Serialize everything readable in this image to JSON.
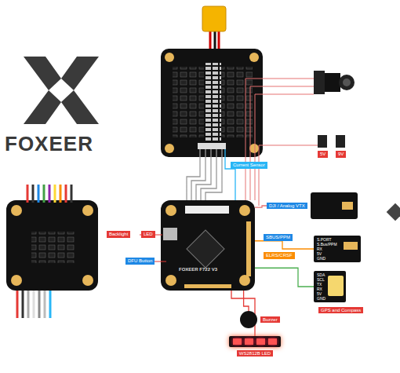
{
  "diagram": {
    "nodes": [
      {
        "text": [
          "FOXEER F722 V3"
        ]
      },
      {
        "text": [
          "DJI / Analog VTX"
        ]
      },
      {
        "text": [
          "S.PORT",
          "S.Bus/PPM",
          "RX",
          "5V",
          "GND"
        ]
      },
      {
        "text": [
          "GPS and Compass",
          "SDA",
          "SCL",
          "TX",
          "RX",
          "5V",
          "GND"
        ]
      },
      {
        "text": [
          "Buzzer"
        ]
      },
      {
        "text": [
          "WS2812B LED"
        ]
      }
    ],
    "edges": [
      {
        "from": 0,
        "to": 1,
        "arrow": "none"
      },
      {
        "from": 0,
        "to": 2,
        "label": "ELRS/CRSF",
        "arrow": "none"
      },
      {
        "from": 0,
        "to": 3,
        "arrow": "none"
      },
      {
        "from": 0,
        "to": 4,
        "arrow": "none"
      },
      {
        "from": 0,
        "to": 5,
        "arrow": "none"
      }
    ],
    "labels": [
      "FOXEER",
      "Backlight",
      "LED",
      "DFU Button",
      "Current Sensor",
      "SBUS/PPM",
      "5V",
      "9V"
    ]
  }
}
